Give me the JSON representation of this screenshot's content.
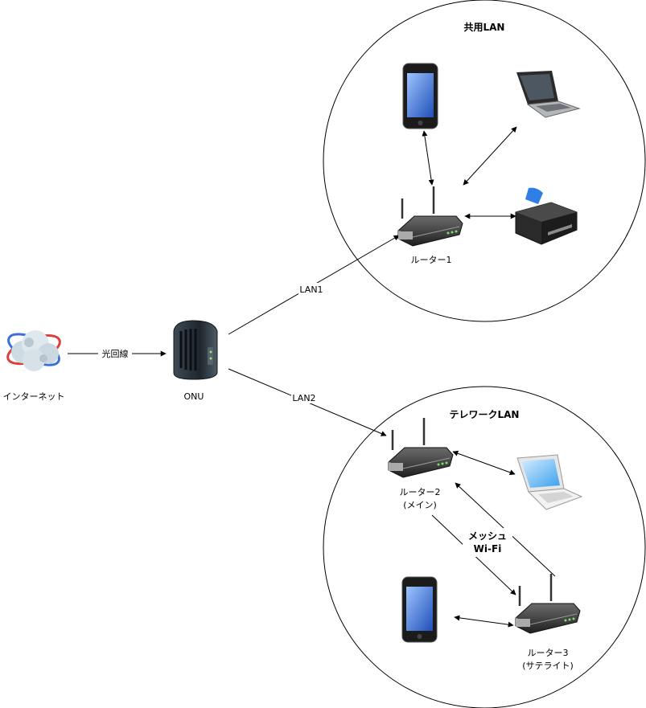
{
  "zones": {
    "shared": {
      "title": "共用LAN"
    },
    "telework": {
      "title": "テレワークLAN"
    }
  },
  "nodes": {
    "internet": "インターネット",
    "onu": "ONU",
    "router1": "ルーター1",
    "router2_line1": "ルーター2",
    "router2_line2": "(メイン)",
    "router3_line1": "ルーター3",
    "router3_line2": "(サテライト)"
  },
  "links": {
    "fiber": "光回線",
    "lan1": "LAN1",
    "lan2": "LAN2",
    "mesh_line1": "メッシュ",
    "mesh_line2": "Wi-Fi"
  }
}
